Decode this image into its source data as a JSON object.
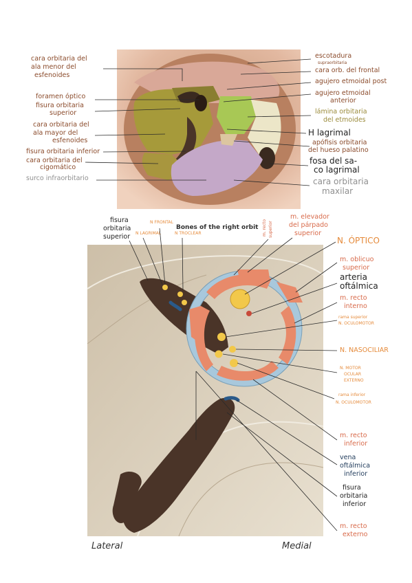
{
  "top_figure": {
    "labels_left": [
      "cara orbitaria del",
      "ala menor del",
      "esfenoides",
      "foramen óptico",
      "fisura orbitaria",
      "superior",
      "cara orbitaria del",
      "ala mayor del",
      "esfenoides",
      "fisura orbitaria inferior",
      "cara orbitaria del",
      "cigomático",
      "surco infraorbitario"
    ],
    "labels_right": [
      "escotadura",
      "supraorbitaria",
      "cara orb. del frontal",
      "agujero etmoidal post",
      "agujero etmoidal",
      "anterior",
      "lámina orbitaria",
      "del etmoides",
      "H lagrimal",
      "apófisis orbitaria",
      "del hueso palatino",
      "fosa del sa-",
      "co lagrimal",
      "cara orbitaria",
      "maxilar"
    ]
  },
  "bottom_figure": {
    "header": "Bones of the right orbit",
    "labels_top": [
      "fisura",
      "orbitaria",
      "superior",
      "N FRONTAL",
      "N LAGRIMAL",
      "N TROCLEAR",
      "m. recto",
      "superior",
      "m. elevador",
      "del párpado",
      "superior"
    ],
    "labels_right": [
      "N. ÓPTICO",
      "m. oblicuo",
      "superior",
      "arteria",
      "oftálmica",
      "m. recto",
      "interno",
      "rama superior",
      "N. OCULOMOTOR",
      "N. NASOCILIAR",
      "N. MOTOR",
      "OCULAR",
      "EXTERNO",
      "rama inferior",
      "N. OCULOMOTOR",
      "m. recto",
      "inferior",
      "vena",
      "oftálmica",
      "inferior",
      "fisura",
      "orbitaria",
      "inferior",
      "m. recto",
      "externo"
    ],
    "side_left": "Lateral",
    "side_right": "Medial"
  },
  "colors": {
    "orbit_skin": "#e2b8a0",
    "orbit_olive": "#a69a3a",
    "orbit_green": "#a8c855",
    "orbit_cream": "#ece6c8",
    "orbit_lilac": "#c4a8c8",
    "fissure_brown": "#4a3428",
    "muscle_orange": "#e88a6a",
    "ring_blue": "#a8c8dc",
    "nerve_yellow": "#f2c84a"
  }
}
